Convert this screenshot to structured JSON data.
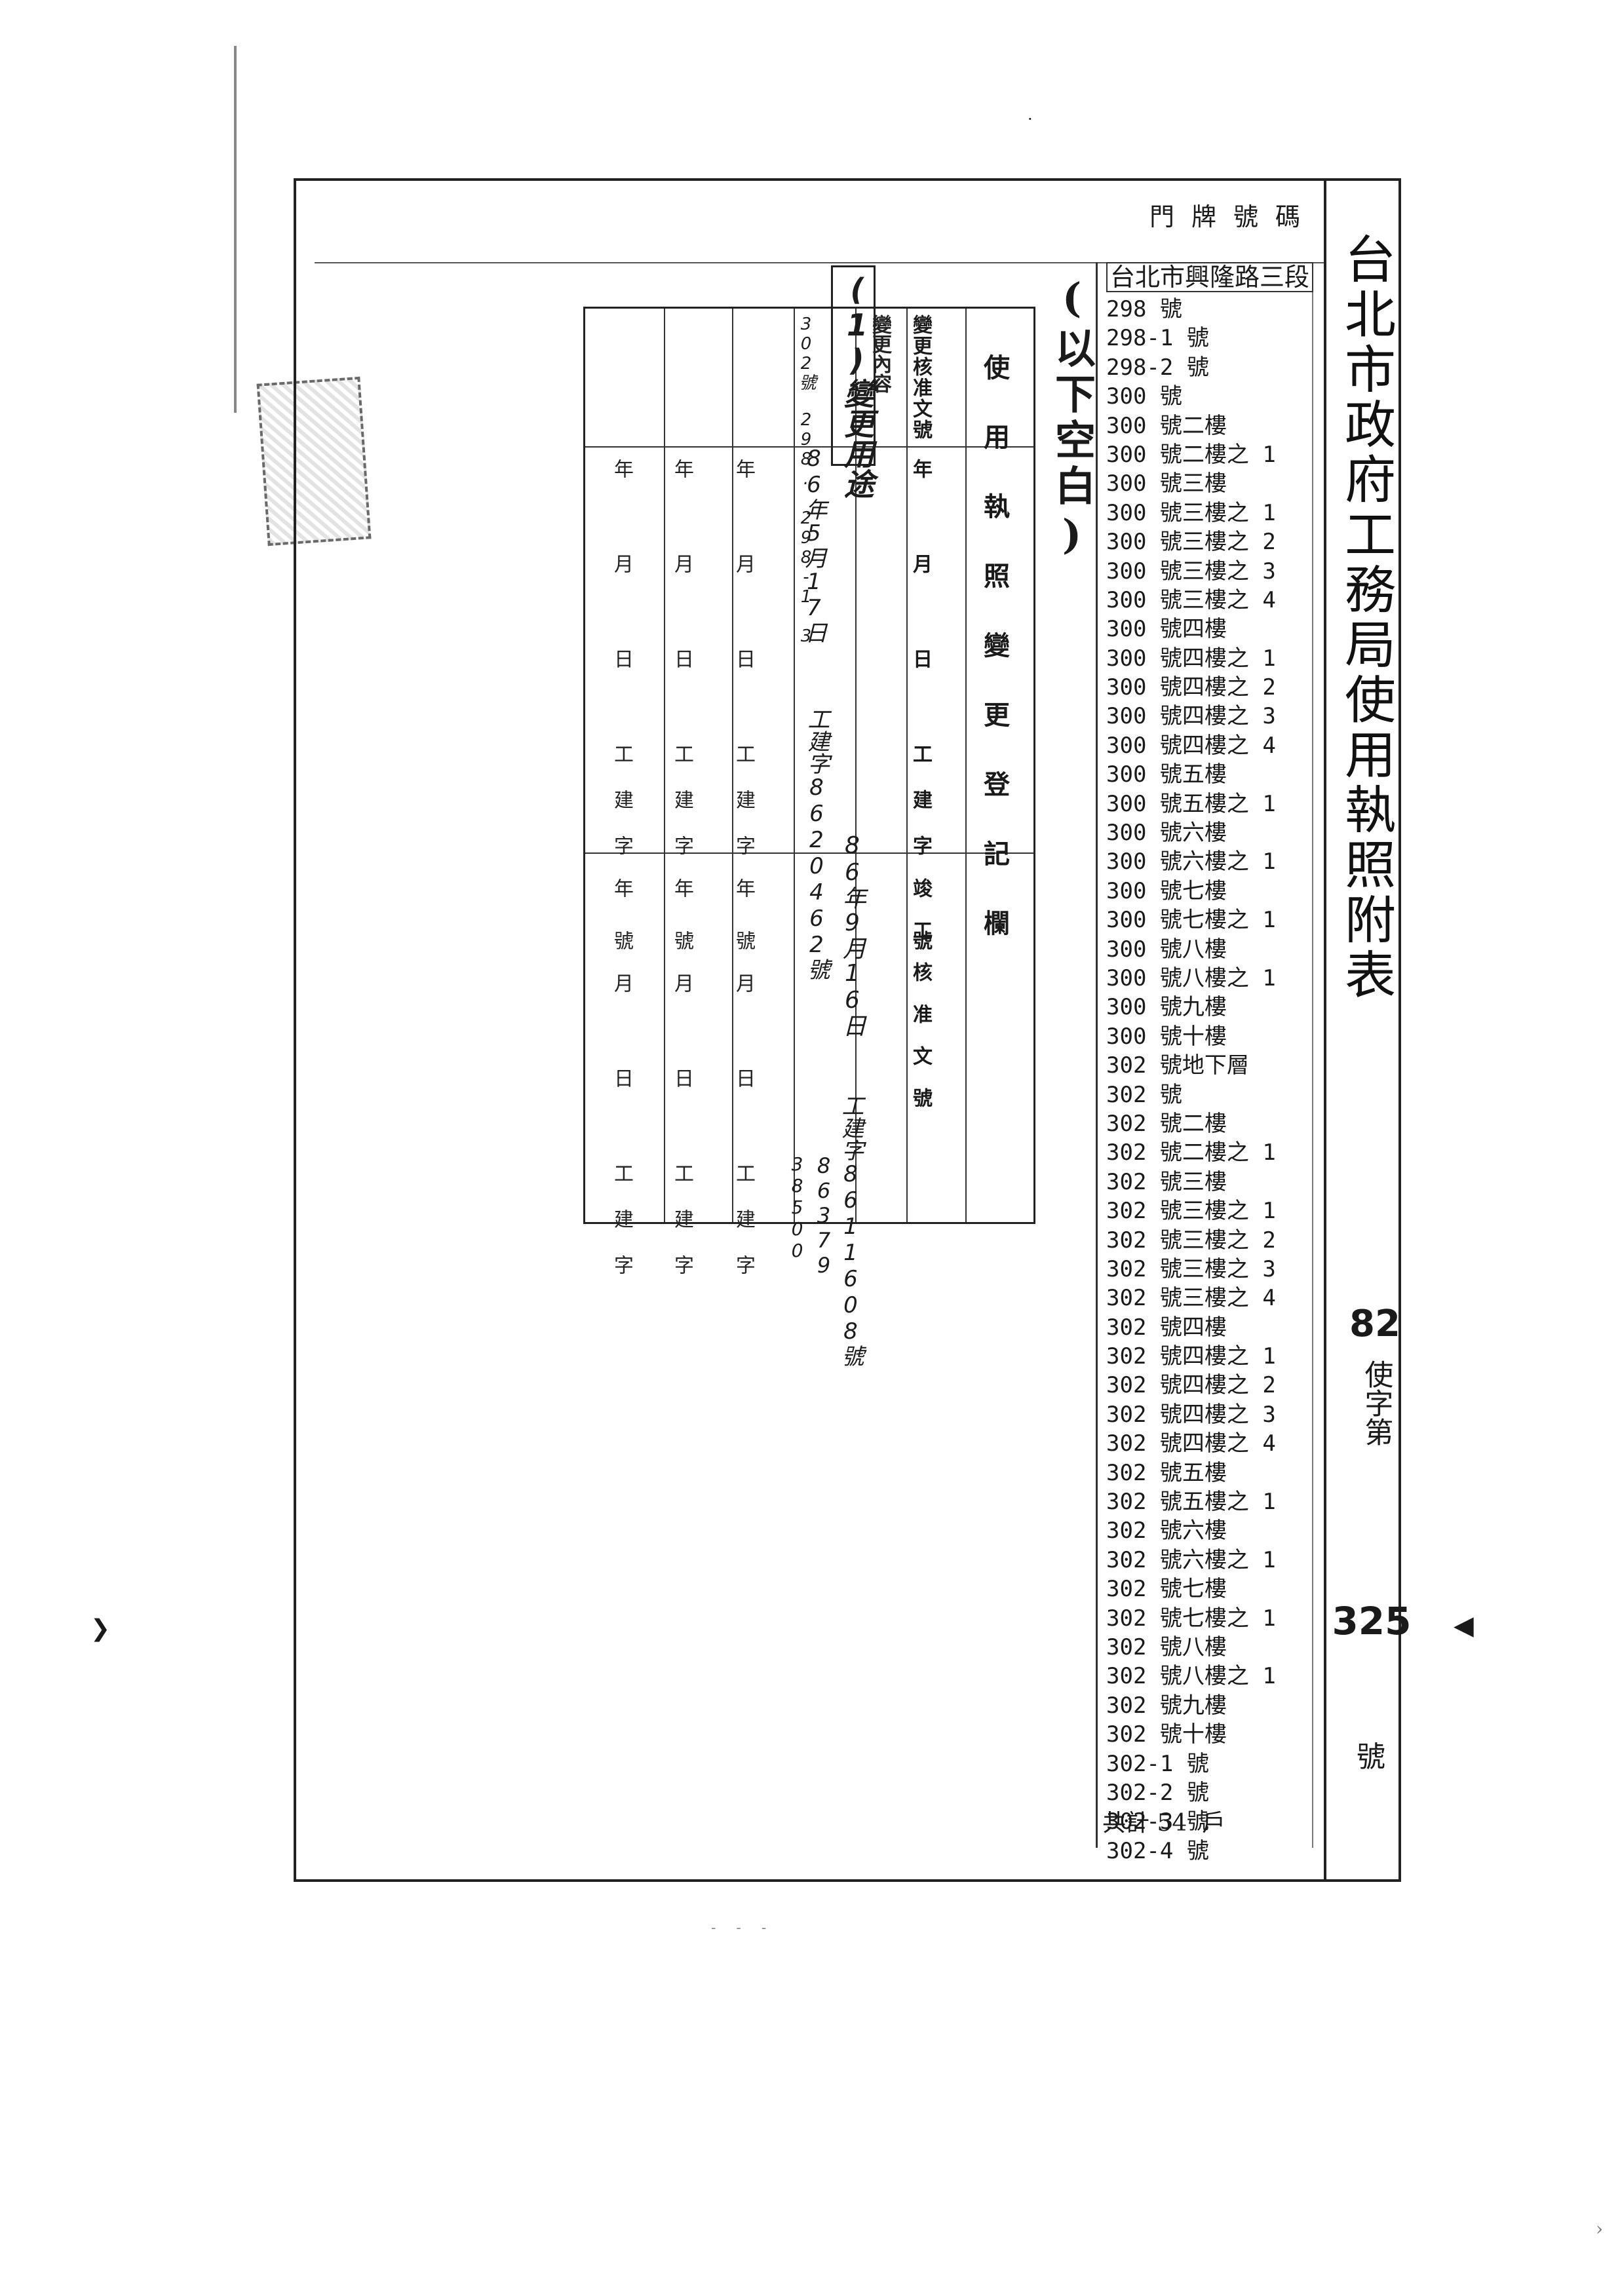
{
  "document": {
    "title": "台北市政府工務局使用執照附表",
    "permit_year": "82",
    "permit_type": "使字第",
    "permit_number": "325",
    "permit_suffix": "號"
  },
  "address_list": {
    "header": "門牌號碼",
    "street": "台北市興隆路三段",
    "entries": [
      "298 號",
      "298-1 號",
      "298-2 號",
      "300 號",
      "300 號二樓",
      "300 號二樓之 1",
      "300 號三樓",
      "300 號三樓之 1",
      "300 號三樓之 2",
      "300 號三樓之 3",
      "300 號三樓之 4",
      "300 號四樓",
      "300 號四樓之 1",
      "300 號四樓之 2",
      "300 號四樓之 3",
      "300 號四樓之 4",
      "300 號五樓",
      "300 號五樓之 1",
      "300 號六樓",
      "300 號六樓之 1",
      "300 號七樓",
      "300 號七樓之 1",
      "300 號八樓",
      "300 號八樓之 1",
      "300 號九樓",
      "300 號十樓",
      "302 號地下層",
      "302 號",
      "302 號二樓",
      "302 號二樓之 1",
      "302 號三樓",
      "302 號三樓之 1",
      "302 號三樓之 2",
      "302 號三樓之 3",
      "302 號三樓之 4",
      "302 號四樓",
      "302 號四樓之 1",
      "302 號四樓之 2",
      "302 號四樓之 3",
      "302 號四樓之 4",
      "302 號五樓",
      "302 號五樓之 1",
      "302 號六樓",
      "302 號六樓之 1",
      "302 號七樓",
      "302 號七樓之 1",
      "302 號八樓",
      "302 號八樓之 1",
      "302 號九樓",
      "302 號十樓",
      "302-1 號",
      "302-2 號",
      "302-3 號",
      "302-4 號"
    ],
    "total": "共計 54  戶"
  },
  "blank_note": "(以下空白)",
  "change_table": {
    "title": "使用執照變更登記欄",
    "header_approval": "變更核准文號",
    "header_content": "變更內容",
    "header_date_template": "年 月 日 工建字 號",
    "header_construction": "竣工核准文號",
    "empty_rows": [
      {
        "approval": "年 月 日 工建字 號",
        "construction": "年 月 日 工建字"
      },
      {
        "approval": "年 月 日 工建字 號",
        "construction": "年 月 日 工建字"
      },
      {
        "approval": "年 月 日 工建字 號",
        "construction": "年 月 日 工建字"
      }
    ]
  },
  "handwritten": {
    "change_item": "(1)變更用途",
    "floor_area": "302號 298. 298-1 3",
    "date_1": "86年5月17日",
    "doc_no_1": "工建字8620462號",
    "date_2": "86年9月16日",
    "doc_no_2": "工建字8611608號",
    "sum_1": "86379",
    "sum_2": "38500"
  }
}
